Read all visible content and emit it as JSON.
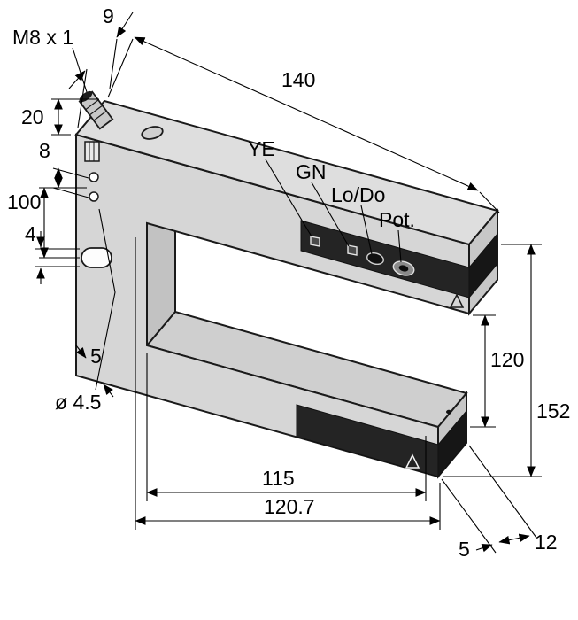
{
  "drawing": {
    "colors": {
      "body": "#d6d6d6",
      "body_shaded": "#c7c7c7",
      "band": "#242424",
      "band_end": "#161616",
      "outline": "#1a1a1a"
    },
    "labels": {
      "connector": "M8 x 1",
      "led_yellow": "YE",
      "led_green": "GN",
      "light_dark_switch": "Lo/Do",
      "potentiometer": "Pot."
    },
    "icons": {
      "upper_arm_marker": "warning-triangle",
      "lower_arm_marker": "warning-triangle"
    },
    "dimensions": {
      "fork_width": "9",
      "overall_length": "140",
      "connector_offset": "20",
      "hole_pair_spacing": "8",
      "mounting_hole_spacing": "100",
      "slot_hole_width": "4",
      "bottom_wall": "5",
      "mounting_hole_diameter": "ø 4.5",
      "slot_opening": "120",
      "overall_height": "152",
      "slot_depth": "115",
      "lower_arm_length": "120.7",
      "band_width": "5",
      "arm_thickness": "12"
    }
  }
}
